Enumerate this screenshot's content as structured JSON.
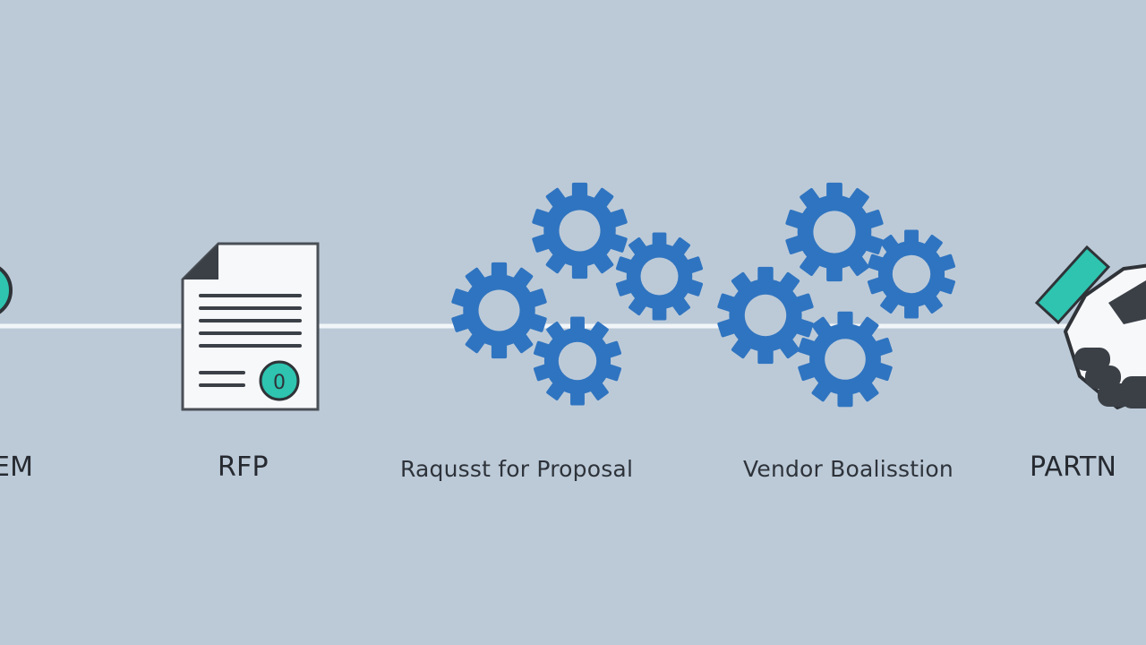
{
  "steps": [
    {
      "label": "EM"
    },
    {
      "label": "RFP"
    },
    {
      "label": "Raqusst for Proposal"
    },
    {
      "label": "Vendor Boalisstion"
    },
    {
      "label": "PARTN"
    }
  ],
  "document_badge": "0",
  "colors": {
    "background": "#bccad8",
    "connector": "#f2f5f8",
    "gear": "#2f74c0",
    "teal": "#2ec4b0",
    "doc_outline": "#4a4f56"
  },
  "icons": [
    "circle-icon",
    "document-icon",
    "gear-cluster-icon",
    "gear-cluster-icon",
    "handshake-icon"
  ]
}
